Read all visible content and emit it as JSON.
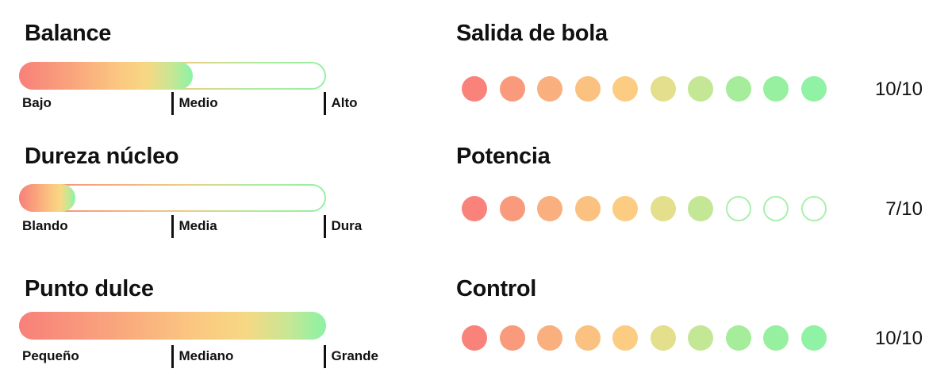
{
  "bars": [
    {
      "title": "Balance",
      "fill_pct": 56.6,
      "labels": [
        "Bajo",
        "Medio",
        "Alto"
      ]
    },
    {
      "title": "Dureza núcleo",
      "fill_pct": 18.3,
      "labels": [
        "Blando",
        "Media",
        "Dura"
      ]
    },
    {
      "title": "Punto dulce",
      "fill_pct": 100,
      "labels": [
        "Pequeño",
        "Mediano",
        "Grande"
      ]
    }
  ],
  "ratings": [
    {
      "title": "Salida de bola",
      "value": 10,
      "max": 10,
      "score": "10/10"
    },
    {
      "title": "Potencia",
      "value": 7,
      "max": 10,
      "score": "7/10"
    },
    {
      "title": "Control",
      "value": 10,
      "max": 10,
      "score": "10/10"
    }
  ],
  "colors": {
    "text": "#111111",
    "bar_gradient_stops": [
      "#f8807a",
      "#f9a47c",
      "#fbc881",
      "#f6d884",
      "#c6e794",
      "#93f1a3"
    ],
    "dot_colors": [
      "#f9837b",
      "#f99a7c",
      "#faaf7e",
      "#fbc180",
      "#fbcc82",
      "#e3df8d",
      "#c3e795",
      "#a5ec9b",
      "#97efa0",
      "#90f2a4"
    ],
    "empty_dot_border": "#a9f0ac"
  }
}
